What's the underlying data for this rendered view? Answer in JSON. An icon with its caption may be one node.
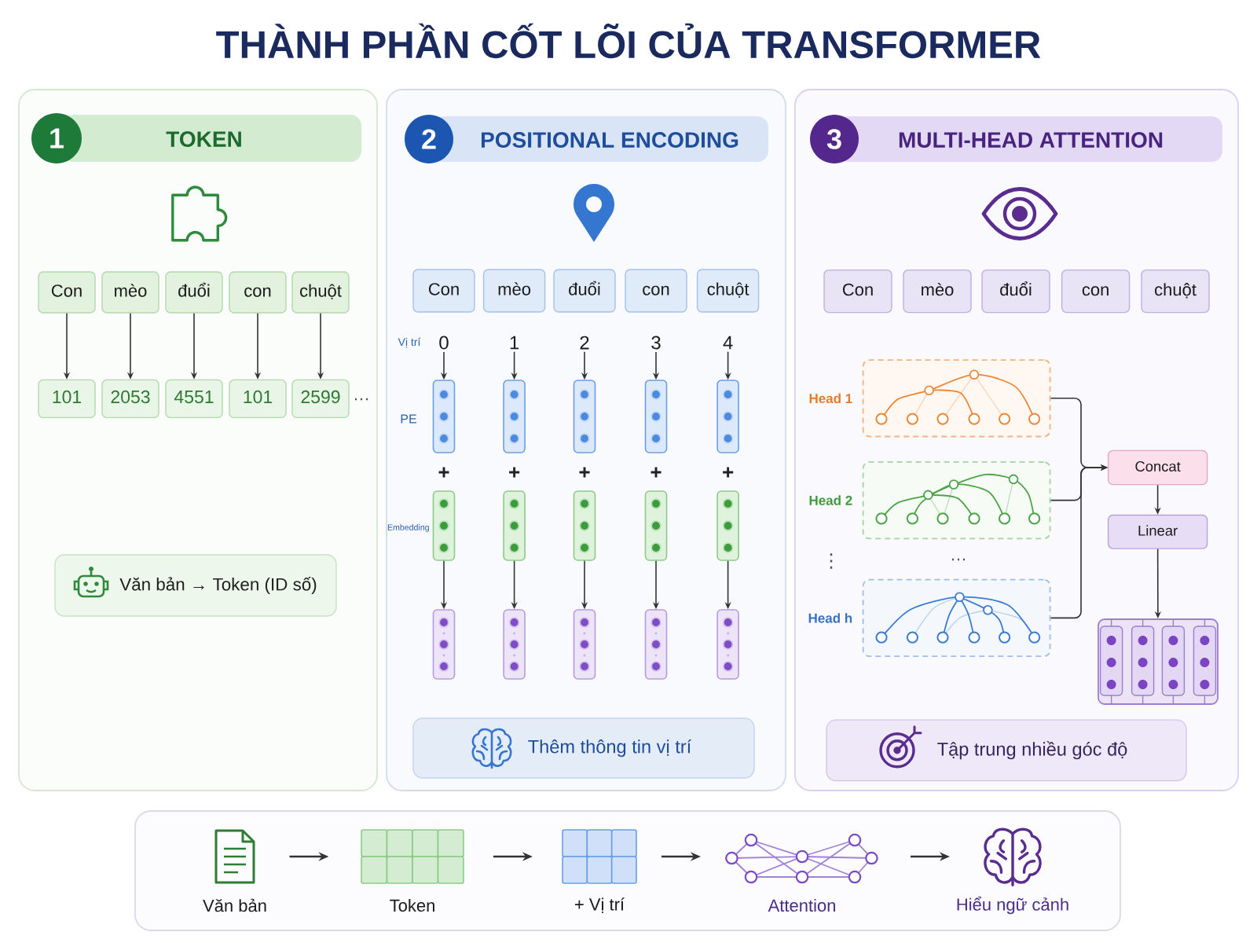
{
  "diagram": {
    "title": "THÀNH PHẦN CỐT LÕI CỦA TRANSFORMER",
    "nodes": [
      {
        "text": [],
        "shape": "box"
      },
      {
        "text": [
          "1"
        ],
        "in": 0
      },
      {
        "text": [
          "TOKEN"
        ],
        "in": 0
      },
      {
        "text": [
          "Con"
        ],
        "in": 0
      },
      {
        "text": [
          "mèo"
        ],
        "in": 0
      },
      {
        "text": [
          "đuổi"
        ],
        "in": 0
      },
      {
        "text": [
          "con"
        ],
        "in": 0
      },
      {
        "text": [
          "chuột"
        ],
        "in": 0
      },
      {
        "text": [
          "101"
        ],
        "in": 0
      },
      {
        "text": [
          "2053"
        ],
        "in": 0
      },
      {
        "text": [
          "4551"
        ],
        "in": 0
      },
      {
        "text": [
          "101"
        ],
        "in": 0
      },
      {
        "text": [
          "2599"
        ],
        "in": 0
      },
      {
        "text": [
          "Văn bản → Token (ID số)"
        ],
        "in": 0
      },
      {
        "text": [],
        "shape": "box"
      },
      {
        "text": [
          "2"
        ],
        "in": 14
      },
      {
        "text": [
          "POSITIONAL ENCODING"
        ],
        "in": 14
      },
      {
        "text": [
          "Con"
        ],
        "in": 14
      },
      {
        "text": [
          "mèo"
        ],
        "in": 14
      },
      {
        "text": [
          "đuổi"
        ],
        "in": 14
      },
      {
        "text": [
          "con"
        ],
        "in": 14
      },
      {
        "text": [
          "chuột"
        ],
        "in": 14
      },
      {
        "text": [
          "0"
        ],
        "in": 14
      },
      {
        "text": [
          "1"
        ],
        "in": 14
      },
      {
        "text": [
          "2"
        ],
        "in": 14
      },
      {
        "text": [
          "3"
        ],
        "in": 14
      },
      {
        "text": [
          "4"
        ],
        "in": 14
      },
      {
        "text": [],
        "shape": "bar",
        "in": 14
      },
      {
        "text": [],
        "shape": "bar",
        "in": 14
      },
      {
        "text": [],
        "shape": "bar",
        "in": 14
      },
      {
        "text": [],
        "shape": "bar",
        "in": 14
      },
      {
        "text": [],
        "shape": "bar",
        "in": 14
      },
      {
        "text": [],
        "shape": "bar",
        "in": 14
      },
      {
        "text": [],
        "shape": "bar",
        "in": 14
      },
      {
        "text": [],
        "shape": "bar",
        "in": 14
      },
      {
        "text": [],
        "shape": "bar",
        "in": 14
      },
      {
        "text": [],
        "shape": "bar",
        "in": 14
      },
      {
        "text": [],
        "shape": "bar",
        "in": 14
      },
      {
        "text": [],
        "shape": "bar",
        "in": 14
      },
      {
        "text": [],
        "shape": "bar",
        "in": 14
      },
      {
        "text": [],
        "shape": "bar",
        "in": 14
      },
      {
        "text": [],
        "shape": "bar",
        "in": 14
      },
      {
        "text": [
          "Thêm thông tin vị trí"
        ],
        "in": 14
      },
      {
        "text": [],
        "shape": "box"
      },
      {
        "text": [
          "3"
        ],
        "in": 43
      },
      {
        "text": [
          "MULTI-HEAD ATTENTION"
        ],
        "in": 43
      },
      {
        "text": [
          "Con"
        ],
        "in": 43
      },
      {
        "text": [
          "mèo"
        ],
        "in": 43
      },
      {
        "text": [
          "đuổi"
        ],
        "in": 43
      },
      {
        "text": [
          "con"
        ],
        "in": 43
      },
      {
        "text": [
          "chuột"
        ],
        "in": 43
      },
      {
        "text": [
          "Head 1"
        ],
        "in": 43
      },
      {
        "text": [
          "Head 2"
        ],
        "in": 43
      },
      {
        "text": [
          "Head h"
        ],
        "in": 43
      },
      {
        "text": [
          "Concat"
        ],
        "in": 43
      },
      {
        "text": [
          "Linear"
        ],
        "in": 43
      },
      {
        "text": [],
        "shape": "box",
        "in": 43
      },
      {
        "text": [
          "Tập trung nhiều góc độ"
        ],
        "in": 43
      },
      {
        "text": [],
        "shape": "box"
      },
      {
        "text": [],
        "shape": "picture",
        "beside": [
          "Văn bản"
        ],
        "in": 58
      },
      {
        "text": [],
        "shape": "picture",
        "beside": [
          "Token"
        ],
        "in": 58
      },
      {
        "text": [],
        "shape": "picture",
        "beside": [
          "+ Vị trí"
        ],
        "in": 58
      },
      {
        "text": [],
        "shape": "picture",
        "beside": [
          "Attention"
        ],
        "in": 58
      },
      {
        "text": [],
        "shape": "picture",
        "beside": [
          "Hiểu ngữ cảnh"
        ],
        "in": 58
      }
    ],
    "edges": [
      {
        "from": 3,
        "to": 8,
        "arrow": "to"
      },
      {
        "from": 4,
        "to": 9,
        "arrow": "to"
      },
      {
        "from": 5,
        "to": 10,
        "arrow": "to"
      },
      {
        "from": 6,
        "to": 11,
        "arrow": "to"
      },
      {
        "from": 7,
        "to": 12,
        "arrow": "to"
      },
      {
        "from": 22,
        "to": 27,
        "arrow": "to"
      },
      {
        "from": 23,
        "to": 28,
        "arrow": "to"
      },
      {
        "from": 24,
        "to": 29,
        "arrow": "to"
      },
      {
        "from": 25,
        "to": 30,
        "arrow": "to"
      },
      {
        "from": 26,
        "to": 31,
        "arrow": "to"
      },
      {
        "from": 32,
        "to": 37,
        "arrow": "to"
      },
      {
        "from": 33,
        "to": 38,
        "arrow": "to"
      },
      {
        "from": 34,
        "to": 39,
        "arrow": "to"
      },
      {
        "from": 35,
        "to": 40,
        "arrow": "to"
      },
      {
        "from": 36,
        "to": 41,
        "arrow": "to"
      },
      {
        "from": 51,
        "to": 54,
        "arrow": "to"
      },
      {
        "from": 52,
        "to": 54,
        "arrow": "to"
      },
      {
        "from": 53,
        "to": 54,
        "arrow": "to"
      },
      {
        "from": 54,
        "to": 55,
        "arrow": "to"
      },
      {
        "from": 55,
        "to": 56,
        "arrow": "to"
      },
      {
        "from": 59,
        "to": 60,
        "arrow": "to"
      },
      {
        "from": 60,
        "to": 61,
        "arrow": "to"
      },
      {
        "from": 61,
        "to": 62,
        "arrow": "to"
      },
      {
        "from": 62,
        "to": 63,
        "arrow": "to"
      }
    ],
    "labels": [
      "…",
      "Vị trí",
      "PE",
      "+",
      "+",
      "+",
      "+",
      "+",
      "Embedding",
      "⋮",
      "…"
    ]
  }
}
